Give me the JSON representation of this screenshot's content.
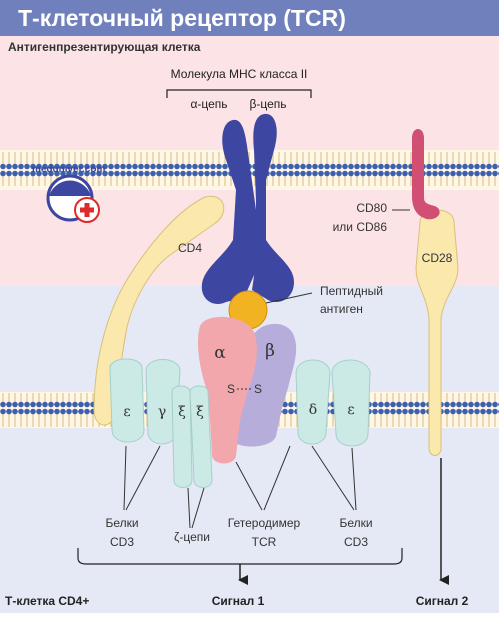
{
  "title": "Т-клеточный рецептор (TCR)",
  "apc_label": "Антигенпрезентирующая клетка",
  "mhc_label": "Молекула МНС класса II",
  "alpha_chain": "α-цепь",
  "beta_chain": "β-цепь",
  "cd4": "CD4",
  "cd80_line1": "CD80",
  "cd80_line2": "или CD86",
  "cd28": "CD28",
  "peptide_line1": "Пептидный",
  "peptide_line2": "антиген",
  "alpha": "α",
  "beta": "β",
  "ss_left": "S",
  "ss_right": "S",
  "epsilon_left": "ε",
  "gamma": "γ",
  "zeta1": "ξ",
  "zeta2": "ξ",
  "delta": "δ",
  "epsilon_right": "ε",
  "cd3_left_line1": "Белки",
  "cd3_left_line2": "CD3",
  "zeta_chains": "ζ-цепи",
  "tcr_line1": "Гетеродимер",
  "tcr_line2": "TCR",
  "cd3_right_line1": "Белки",
  "cd3_right_line2": "CD3",
  "tcell_label": "Т-клетка CD4+",
  "signal1": "Сигнал 1",
  "signal2": "Сигнал 2",
  "watermark": "meduniver.com",
  "colors": {
    "title_bg": "#6f80bd",
    "apc_bg": "#fbe3e6",
    "tcell_bg": "#e4e9f5",
    "mhc": "#3d46a0",
    "peptide": "#f1b322",
    "alpha": "#f1a7ab",
    "beta": "#b7addb",
    "cd3": "#cbe9e5",
    "cd4": "#fae8ad",
    "cd80": "#d24f74"
  }
}
